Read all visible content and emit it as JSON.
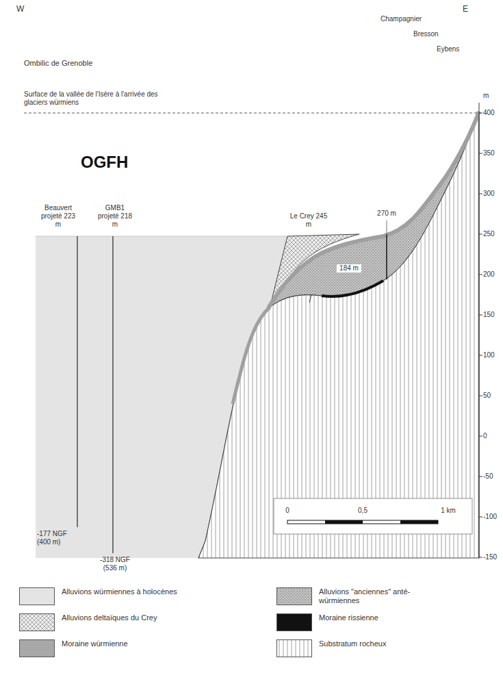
{
  "diagram": {
    "labels": [
      "W",
      "E",
      "Champagnier",
      "Bresson",
      "Eybens",
      "Ombilic de Grenoble",
      "Surface de la vallée de l'Isère à l'arrivée des glaciers würmiens",
      "m",
      "400",
      "350",
      "300",
      "250",
      "200",
      "150",
      "100",
      "50",
      "0",
      "-50",
      "-100",
      "-150",
      "OGFH",
      "Beauvert projeté 223 m",
      "GMB1 projeté 218 m",
      "Le Crey 245 m",
      "270 m",
      "184 m",
      "-177 NGF (400 m)",
      "-318 NGF (536 m)",
      "0",
      "0,5",
      "1 km"
    ],
    "legend": [
      {
        "text": "Alluvions würmiennes à holocènes",
        "color": "#e4e4e4"
      },
      {
        "text": "Alluvions \"anciennes\" anté-würmiennes"
      },
      {
        "text": "Alluvions deltaïques du Crey"
      },
      {
        "text": "Moraine rissienne",
        "color": "#111111"
      },
      {
        "text": "Moraine würmienne",
        "color": "#a8a8a8"
      },
      {
        "text": "Substratum rocheux"
      }
    ]
  }
}
